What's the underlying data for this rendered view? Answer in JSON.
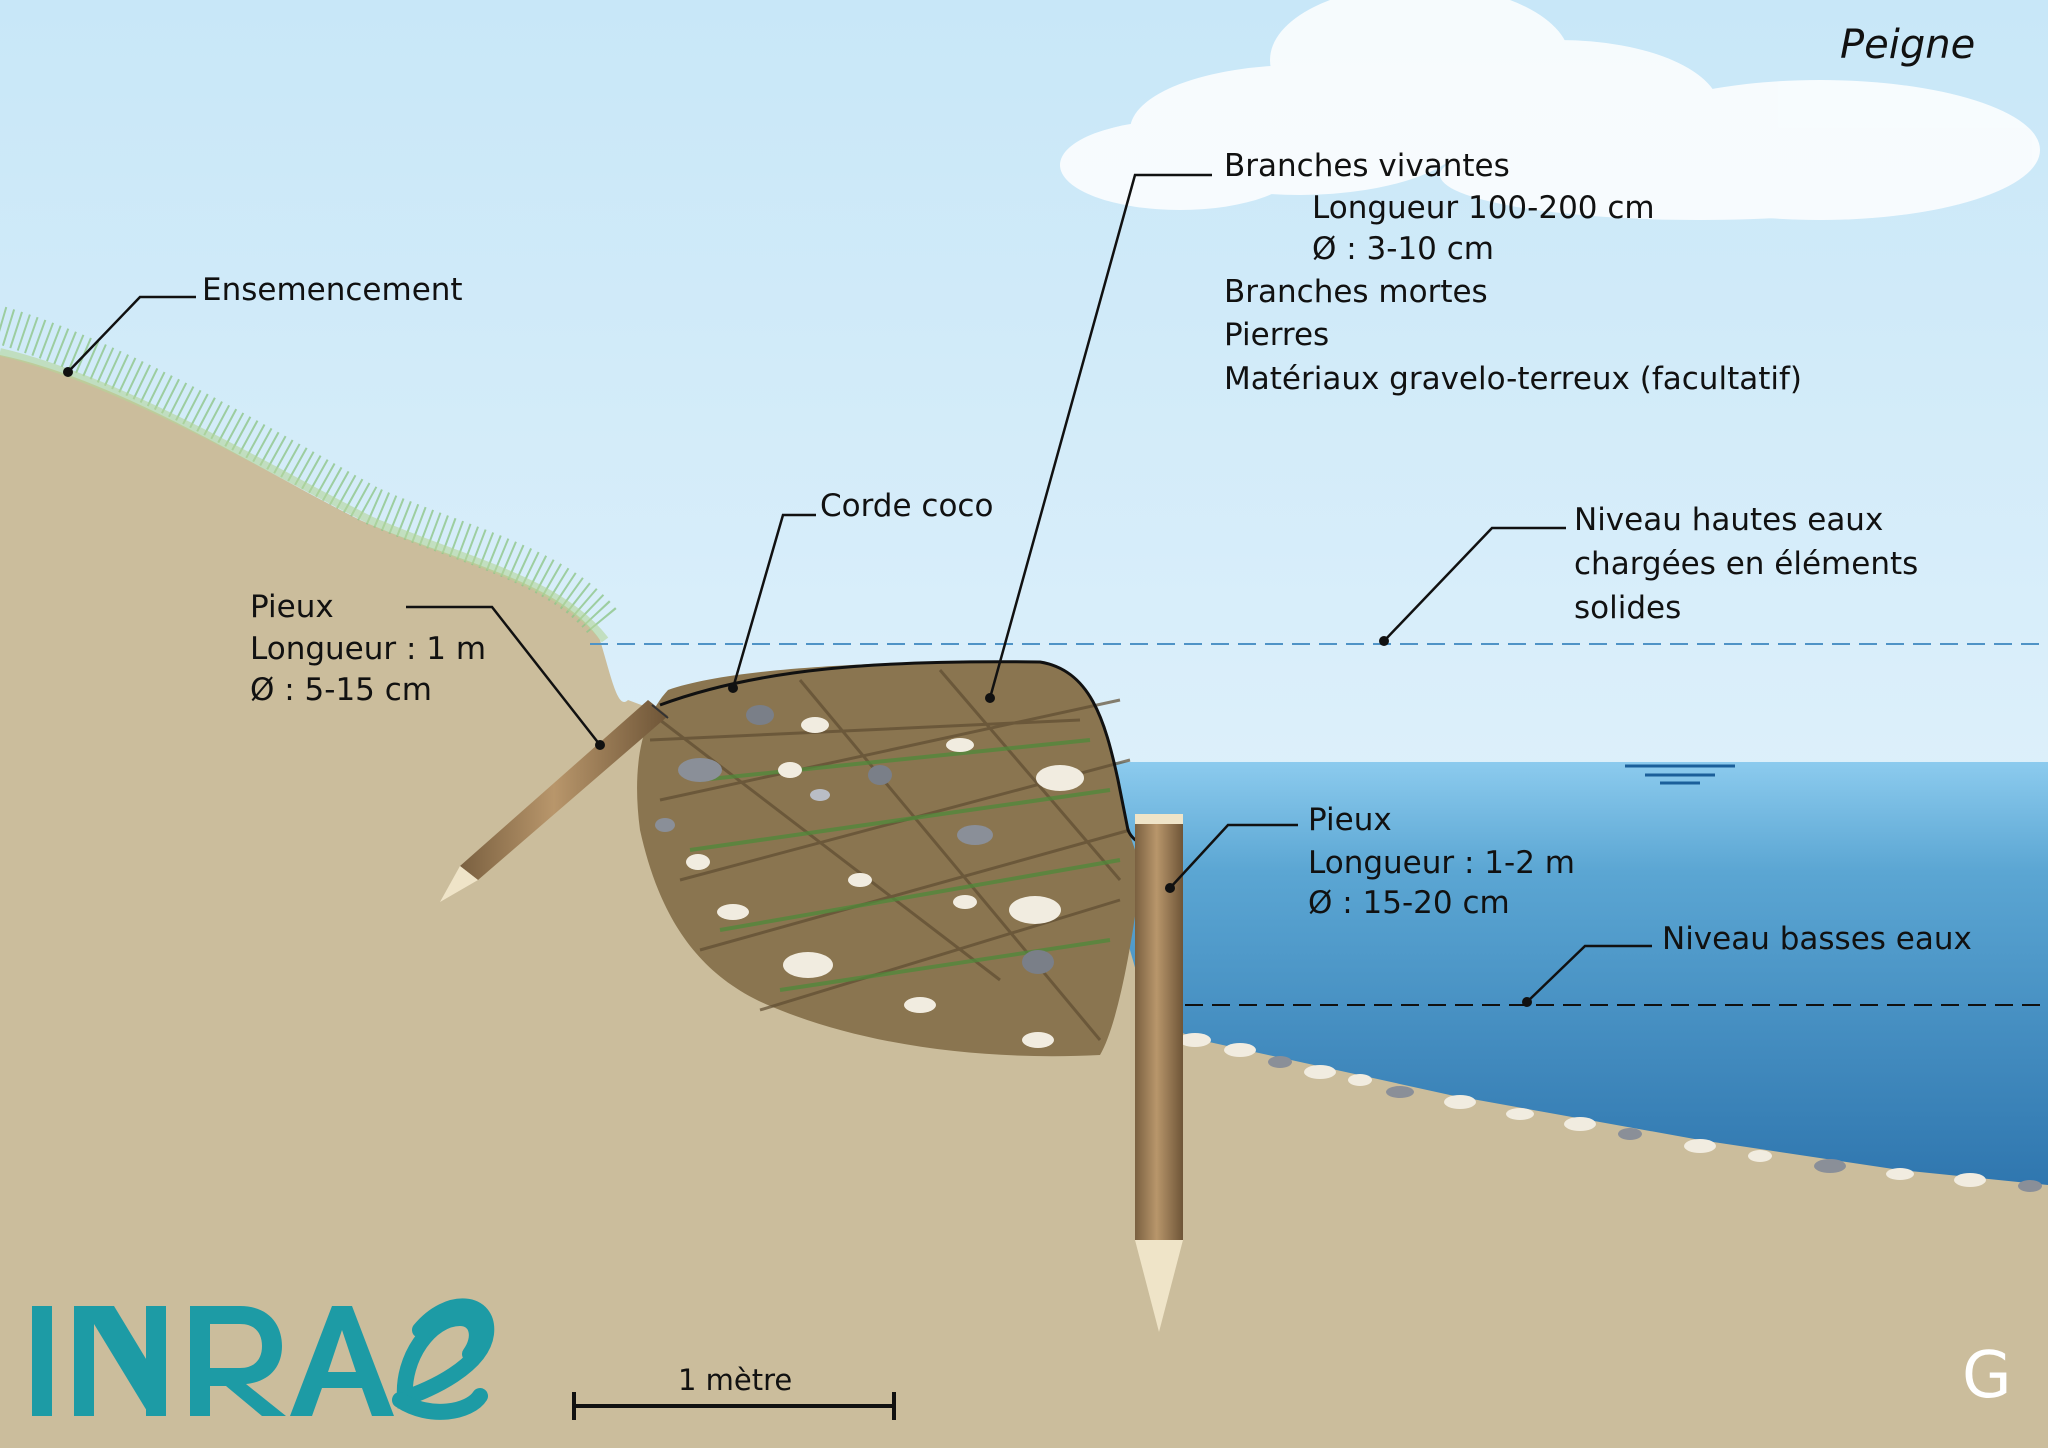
{
  "title": "Peigne",
  "labels": {
    "ensemencement": "Ensemencement",
    "corde_coco": "Corde coco",
    "branches_vivantes": "Branches vivantes",
    "branches_longueur": "Longueur 100-200 cm",
    "branches_diametre": "Ø : 3-10 cm",
    "branches_mortes": "Branches mortes",
    "pierres": "Pierres",
    "materiaux": "Matériaux gravelo-terreux (facultatif)",
    "pieux_left_title": "Pieux",
    "pieux_left_longueur": "Longueur : 1 m",
    "pieux_left_diametre": "Ø : 5-15 cm",
    "pieux_right_title": "Pieux",
    "pieux_right_longueur": "Longueur : 1-2 m",
    "pieux_right_diametre": "Ø : 15-20 cm",
    "niveau_hautes_line1": "Niveau hautes eaux",
    "niveau_hautes_line2": "chargées en éléments",
    "niveau_hautes_line3": "solides",
    "niveau_basses": "Niveau basses eaux"
  },
  "scale_bar": "1 mètre",
  "logo": "INRAE",
  "corner_letter": "G",
  "colors": {
    "ground": "#cbbd9c",
    "water": "#2f7fb5",
    "sky": "#cfe8f7",
    "logo": "#1d9ba5",
    "fascine": "#8a7550",
    "stake": "#a07f57"
  }
}
